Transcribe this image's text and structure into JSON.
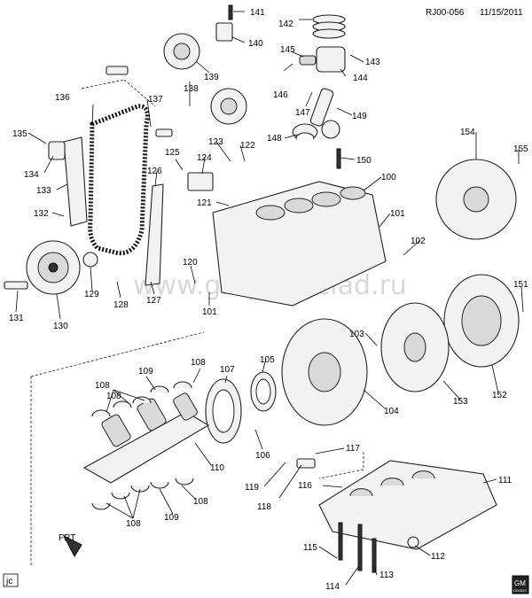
{
  "diagram": {
    "ref_code": "RJ00-056",
    "date": "11/15/2011",
    "watermark": "www.gmpartsclad.ru",
    "front_tag": "FRT",
    "corner_tag": "jc",
    "logo_text": "GM",
    "logo_subtext": "GOODS"
  },
  "callouts": [
    "141",
    "140",
    "142",
    "145",
    "143",
    "144",
    "146",
    "139",
    "138",
    "136",
    "137",
    "147",
    "149",
    "135",
    "148",
    "150",
    "134",
    "125",
    "123",
    "122",
    "124",
    "154",
    "155",
    "133",
    "126",
    "100",
    "121",
    "132",
    "101",
    "102",
    "120",
    "129",
    "151",
    "131",
    "128",
    "127",
    "101",
    "130",
    "103",
    "105",
    "108",
    "109",
    "108",
    "107",
    "104",
    "153",
    "152",
    "108",
    "106",
    "117",
    "110",
    "119",
    "116",
    "118",
    "111",
    "108",
    "109",
    "108",
    "115",
    "112",
    "113",
    "114"
  ]
}
